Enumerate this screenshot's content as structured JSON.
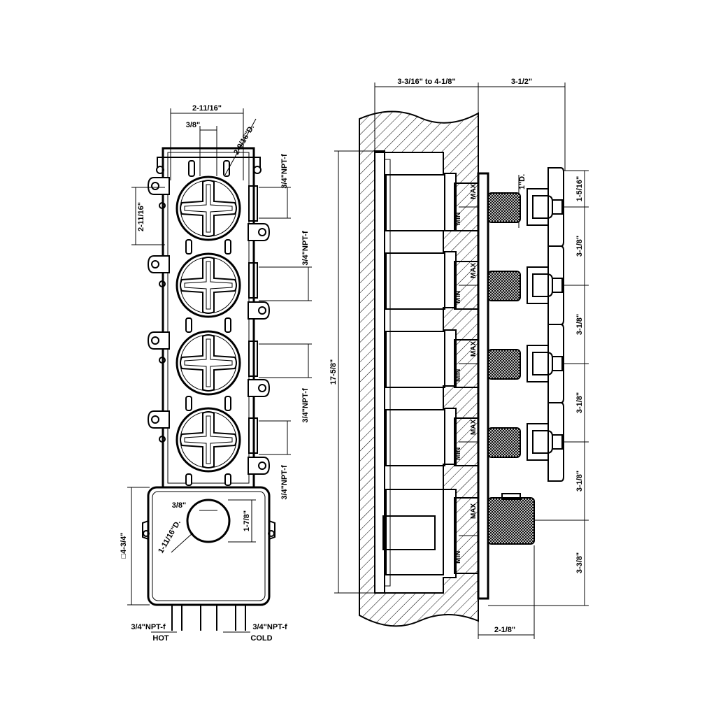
{
  "front_view": {
    "width_dim": "2-11/16\"",
    "stem_dim": "3/8\"",
    "dia_dim": "2-9/16\"D.",
    "height_dim": "2-11/16\"",
    "npt_1": "3/4\"NPT-f",
    "npt_2": "3/4\"NPT-f",
    "npt_3": "3/4\"NPT-f",
    "npt_4": "3/4\"NPT-f",
    "box_dim": "□4-3/4\"",
    "box_stem_dim": "3/8\"",
    "box_dia_dim": "1-11/16\"D.",
    "box_height_dim": "1-7/8\"",
    "hot_npt": "3/4\"NPT-f",
    "hot_label": "HOT",
    "cold_npt": "3/4\"NPT-f",
    "cold_label": "COLD"
  },
  "side_view": {
    "depth_dim": "3-3/16\" to 4-1/8\"",
    "projection_dim": "3-1/2\"",
    "overall_height_dim": "17-5/8\"",
    "handle_dia_dim": "1\"D.",
    "handle_height_dim": "1-5/16\"",
    "spacing_1": "3-1/8\"",
    "spacing_2": "3-1/8\"",
    "spacing_3": "3-1/8\"",
    "spacing_4": "3-1/8\"",
    "bottom_spacing": "3-3/8\"",
    "knob_depth_dim": "2-1/8\"",
    "max_label": "MAX",
    "min_label": "MIN"
  }
}
